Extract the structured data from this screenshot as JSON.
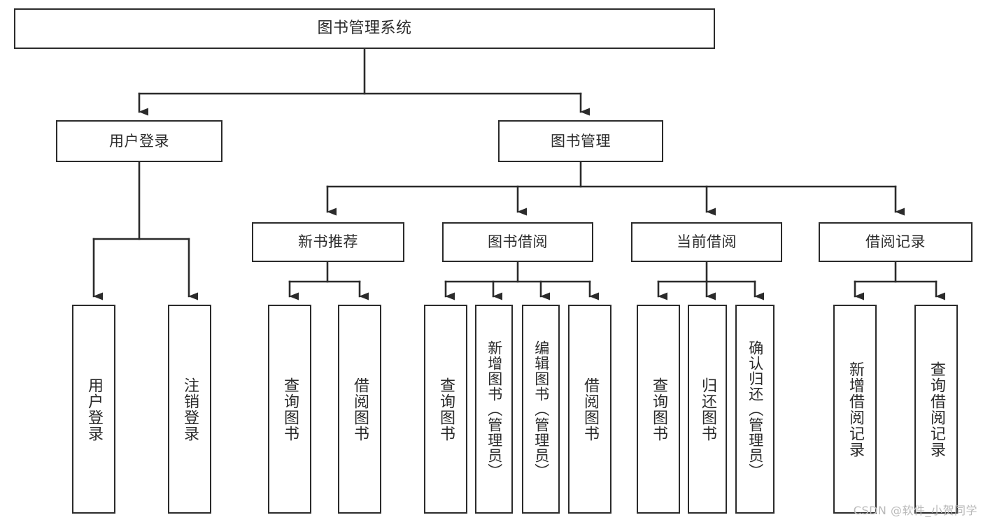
{
  "diagram": {
    "type": "tree-hierarchy",
    "title": "图书管理系统",
    "orientation": "top-down",
    "stroke_color": "#2b2b2b",
    "fill_color": "#ffffff",
    "background": "#ffffff"
  },
  "nodes": {
    "root": {
      "label": "图书管理系统",
      "level": 1
    },
    "l2": [
      {
        "id": "user-login",
        "label": "用户登录",
        "level": 2
      },
      {
        "id": "book-manage",
        "label": "图书管理",
        "level": 2
      }
    ],
    "l3": [
      {
        "id": "new-book-rec",
        "label": "新书推荐",
        "level": 3,
        "parent": "book-manage"
      },
      {
        "id": "book-borrow",
        "label": "图书借阅",
        "level": 3,
        "parent": "book-manage"
      },
      {
        "id": "current-borrow",
        "label": "当前借阅",
        "level": 3,
        "parent": "book-manage"
      },
      {
        "id": "borrow-record",
        "label": "借阅记录",
        "level": 3,
        "parent": "book-manage"
      }
    ],
    "leaves": [
      {
        "id": "leaf-user-login",
        "label": "用户登录",
        "parent": "user-login",
        "tall": false
      },
      {
        "id": "leaf-logout-login",
        "label": "注销登录",
        "parent": "user-login",
        "tall": false
      },
      {
        "id": "leaf-query-book-1",
        "label": "查询图书",
        "parent": "new-book-rec",
        "tall": false
      },
      {
        "id": "leaf-borrow-book-1",
        "label": "借阅图书",
        "parent": "new-book-rec",
        "tall": false
      },
      {
        "id": "leaf-query-book-2",
        "label": "查询图书",
        "parent": "book-borrow",
        "tall": false
      },
      {
        "id": "leaf-add-book-admin",
        "label": "新增图书（管理员）",
        "parent": "book-borrow",
        "tall": true
      },
      {
        "id": "leaf-edit-book-admin",
        "label": "编辑图书（管理员）",
        "parent": "book-borrow",
        "tall": true
      },
      {
        "id": "leaf-borrow-book-2",
        "label": "借阅图书",
        "parent": "book-borrow",
        "tall": false
      },
      {
        "id": "leaf-query-book-3",
        "label": "查询图书",
        "parent": "current-borrow",
        "tall": false
      },
      {
        "id": "leaf-return-book",
        "label": "归还图书",
        "parent": "current-borrow",
        "tall": false
      },
      {
        "id": "leaf-confirm-return-admin",
        "label": "确认归还（管理员）",
        "parent": "current-borrow",
        "tall": true
      },
      {
        "id": "leaf-add-borrow-record",
        "label": "新增借阅记录",
        "parent": "borrow-record",
        "tall": false
      },
      {
        "id": "leaf-query-borrow-record",
        "label": "查询借阅记录",
        "parent": "borrow-record",
        "tall": false
      }
    ]
  },
  "watermark": {
    "text": "CSDN @软件_小贺同学",
    "color": "#b9b9b9"
  }
}
